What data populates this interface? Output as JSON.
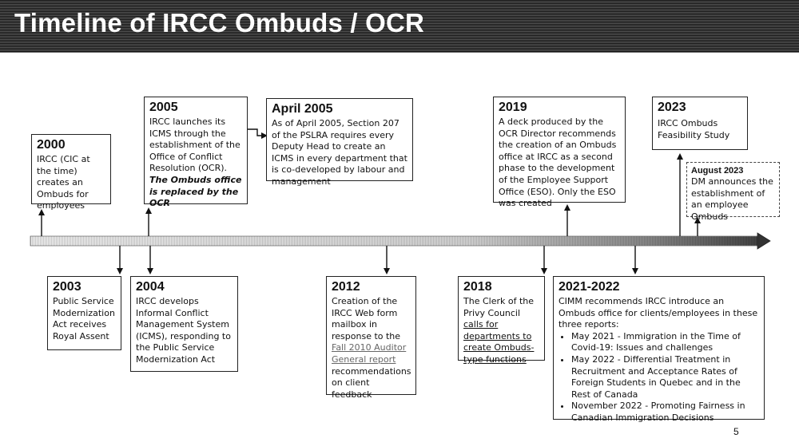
{
  "header": {
    "title": "Timeline of IRCC Ombuds / OCR"
  },
  "events_top": {
    "y2000": {
      "year": "2000",
      "text": "IRCC (CIC at the time) creates an Ombuds for employees"
    },
    "y2005": {
      "year": "2005",
      "text": "IRCC launches its ICMS through the establishment of the Office of Conflict Resolution (OCR). ",
      "emph": "The Ombuds office is replaced by the OCR"
    },
    "apr2005": {
      "year": "April 2005",
      "text": "As of April 2005, Section 207 of the PSLRA requires every Deputy Head to create an ICMS in every department that is co-developed by labour and management"
    },
    "y2019": {
      "year": "2019",
      "text": "A deck produced by the OCR Director recommends the creation of an Ombuds office at IRCC as a second phase to the development of the Employee Support Office (ESO). Only the ESO was created"
    },
    "y2023": {
      "year": "2023",
      "text": "IRCC Ombuds Feasibility Study"
    },
    "aug2023": {
      "year": "August 2023",
      "text": "DM announces the establishment of an employee Ombuds"
    }
  },
  "events_bottom": {
    "y2003": {
      "year": "2003",
      "text": "Public Service Modernization Act receives Royal Assent"
    },
    "y2004": {
      "year": "2004",
      "text": "IRCC develops Informal Conflict Management System (ICMS), responding to the Public Service Modernization Act"
    },
    "y2012": {
      "year": "2012",
      "text_before": "Creation of the IRCC Web form mailbox in response to the ",
      "link": "Fall 2010 Auditor General report",
      "text_after": " recommendations on client feedback"
    },
    "y2018": {
      "year": "2018",
      "text_before": "The Clerk of the Privy Council ",
      "link": "calls for departments to create Ombuds-type functions"
    },
    "y2021": {
      "year": "2021-2022",
      "intro": "CIMM recommends IRCC introduce an Ombuds office for clients/employees in these three reports:",
      "reports": [
        "May 2021 - Immigration in the Time of Covid-19: Issues and challenges",
        "May 2022 - Differential Treatment in Recruitment and Acceptance Rates of Foreign Students in Quebec and in the Rest of Canada",
        "November 2022 - Promoting Fairness in Canadian Immigration Decisions"
      ]
    }
  },
  "footer": {
    "page_number": "5"
  }
}
